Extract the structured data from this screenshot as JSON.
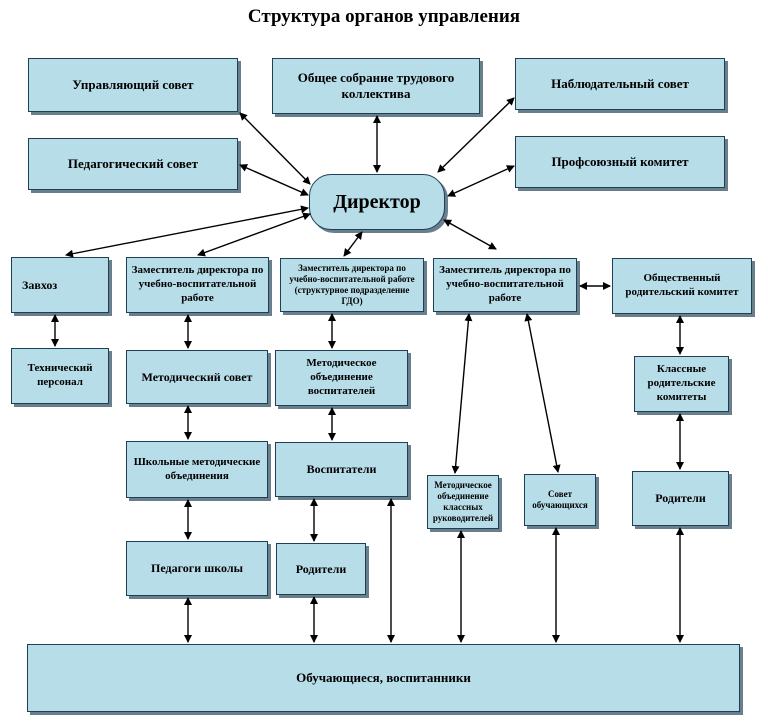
{
  "title": "Структура органов управления",
  "boxes": {
    "governing_council": "Управляющий совет",
    "general_meeting": "Общее собрание трудового коллектива",
    "supervisory_board": "Наблюдательный совет",
    "pedagogical_council": "Педагогический совет",
    "trade_union": "Профсоюзный комитет",
    "director": "Директор",
    "supply_manager": "Завхоз",
    "deputy_1": "Заместитель директора по учебно-воспитательной работе",
    "deputy_2": "Заместитель директора по учебно-воспитательной работе (структурное подразделение ГДО)",
    "deputy_3": "Заместитель директора по учебно-воспитательной работе",
    "parents_committee": "Общественный родительский комитет",
    "technical_staff": "Технический персонал",
    "methodical_council": "Методический совет",
    "educators_association": "Методическое объединение воспитателей",
    "class_parents_committees": "Классные родительские комитеты",
    "school_methodical_associations": "Школьные методические объединения",
    "educators": "Воспитатели",
    "class_teachers_association": "Методическое объединение классных руководителей",
    "student_council": "Совет обучающихся",
    "parents_right": "Родители",
    "school_teachers": "Педагоги школы",
    "parents_mid": "Родители",
    "students": "Обучающиеся, воспитанники"
  },
  "colors": {
    "box_fill": "#b7dde8",
    "border": "#1f3f57",
    "arrow": "#000000"
  }
}
